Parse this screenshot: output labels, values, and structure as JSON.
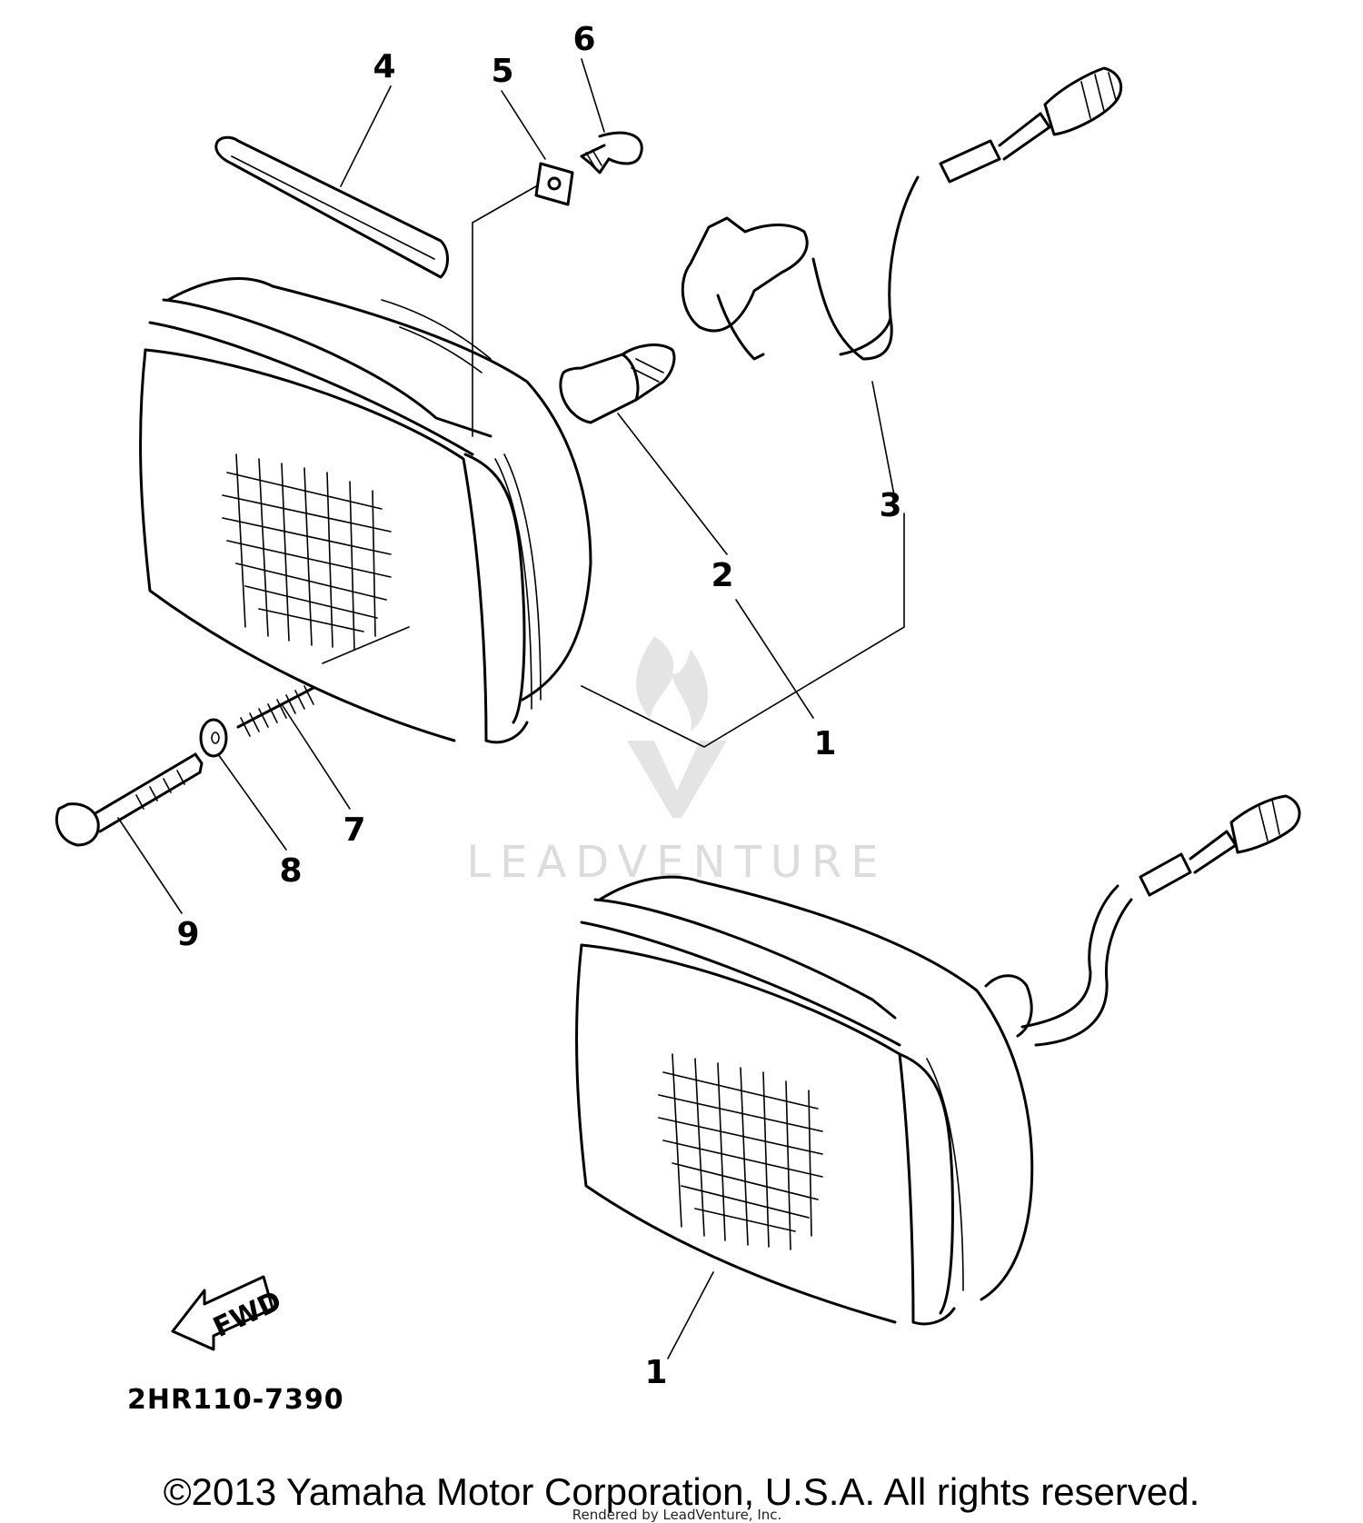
{
  "callouts": [
    "1",
    "2",
    "3",
    "4",
    "5",
    "6",
    "7",
    "8",
    "9"
  ],
  "diagram_code": "2HR110-7390",
  "fwd_label": "FWD",
  "watermark": {
    "brand": "LEADVENTURE",
    "rendered_by": "Rendered by LeadVenture, Inc."
  },
  "copyright": "©2013 Yamaha Motor Corporation, U.S.A. All rights reserved."
}
